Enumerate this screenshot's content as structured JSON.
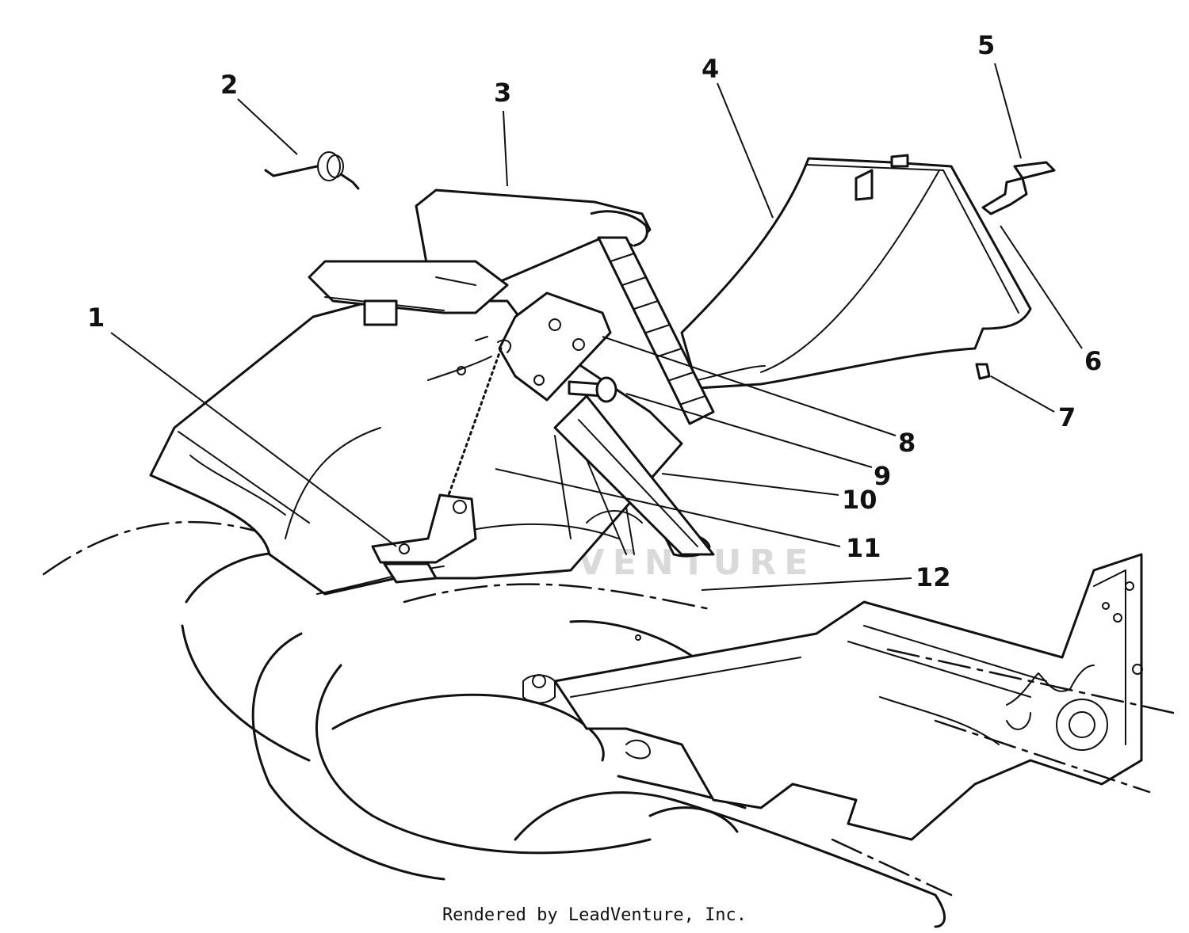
{
  "callouts": [
    {
      "label": "1"
    },
    {
      "label": "2"
    },
    {
      "label": "3"
    },
    {
      "label": "4"
    },
    {
      "label": "5"
    },
    {
      "label": "6"
    },
    {
      "label": "7"
    },
    {
      "label": "8"
    },
    {
      "label": "9"
    },
    {
      "label": "10"
    },
    {
      "label": "11"
    },
    {
      "label": "12"
    }
  ],
  "watermark": "LEADVENTURE",
  "credit": "Rendered by LeadVenture, Inc."
}
